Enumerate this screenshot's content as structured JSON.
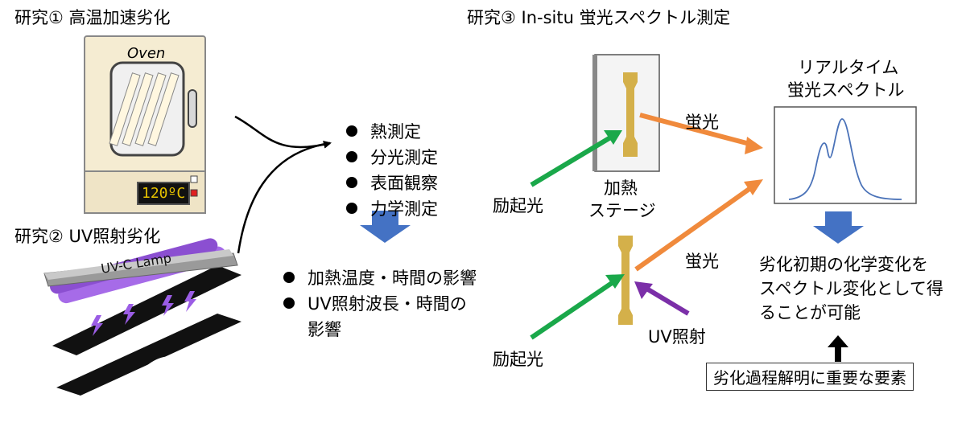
{
  "titles": {
    "study1": "研究① 高温加速劣化",
    "study2": "研究② UV照射劣化",
    "study3": "研究③ In-situ 蛍光スペクトル測定"
  },
  "oven": {
    "label": "Oven",
    "display": "120ºC"
  },
  "lamp": {
    "label": "UV-C Lamp"
  },
  "measurements": [
    "熱測定",
    "分光測定",
    "表面観察",
    "力学測定"
  ],
  "effects": [
    "加熱温度・時間の影響",
    "UV照射波長・時間の",
    "影響"
  ],
  "in_situ": {
    "fluorescence_top": "蛍光",
    "fluorescence_bottom": "蛍光",
    "excitation_top": "励起光",
    "excitation_bottom": "励起光",
    "stage_line1": "加熱",
    "stage_line2": "ステージ",
    "uv_irradiation": "UV照射",
    "realtime_line1": "リアルタイム",
    "realtime_line2": "蛍光スペクトル"
  },
  "conclusion": [
    "劣化初期の化学変化を",
    "スペクトル変化として得",
    "ることが可能"
  ],
  "key_element": "劣化過程解明に重要な要素",
  "colors": {
    "green_arrow": "#1aa84a",
    "orange_arrow": "#f08a3c",
    "purple_arrow": "#7b2fa8",
    "blue_arrow": "#4472c4",
    "specimen": "#d4b04a",
    "uv_glow": "#9b5de5"
  }
}
